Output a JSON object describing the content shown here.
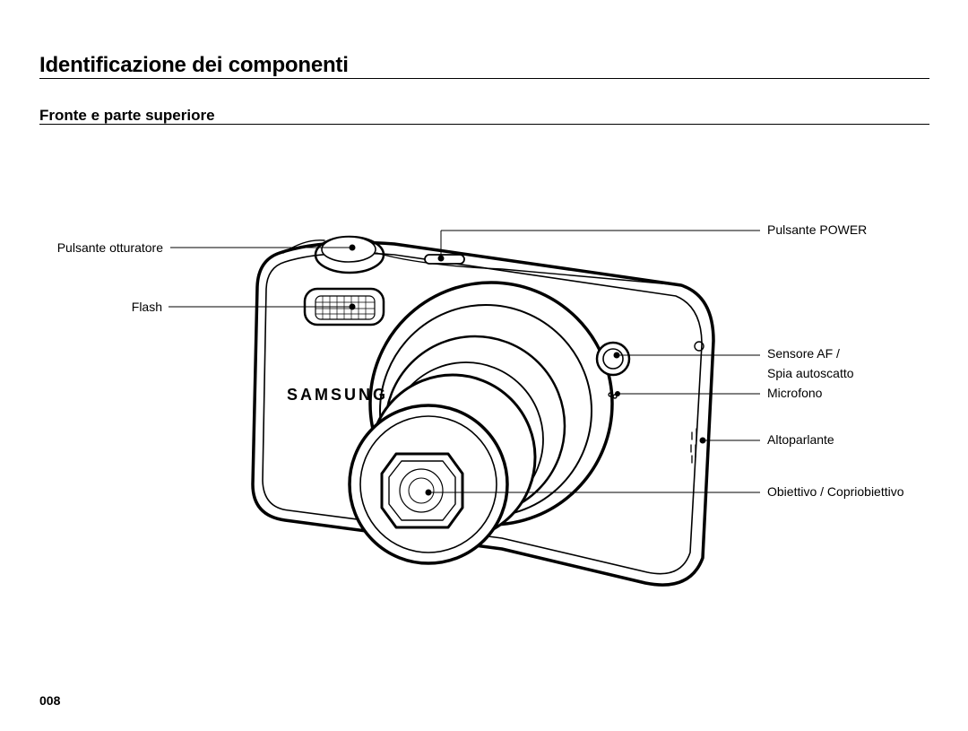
{
  "header": {
    "title": "Identificazione dei componenti",
    "section": "Fronte e parte superiore"
  },
  "callouts": {
    "shutter": "Pulsante otturatore",
    "flash": "Flash",
    "power": "Pulsante POWER",
    "af_sensor_line1": "Sensore AF /",
    "af_sensor_line2": "Spia autoscatto",
    "microphone": "Microfono",
    "speaker": "Altoparlante",
    "lens": "Obiettivo / Copriobiettivo"
  },
  "illustration": {
    "brand": "SAMSUNG"
  },
  "footer": {
    "page_number": "008"
  }
}
